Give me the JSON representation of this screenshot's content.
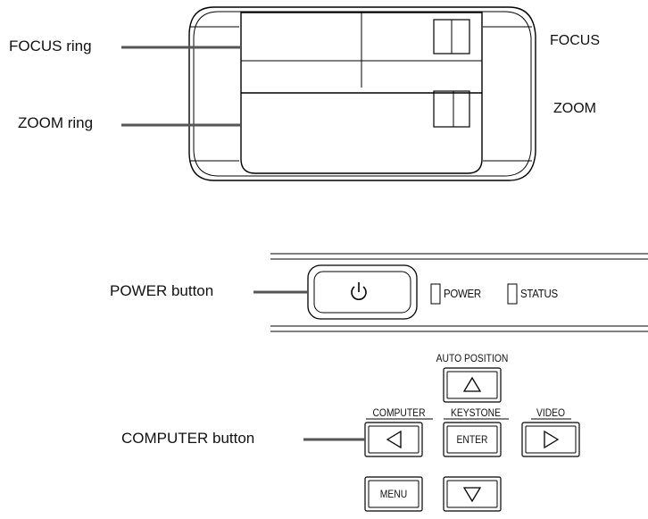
{
  "lens": {
    "focus_ring_label": "FOCUS ring",
    "zoom_ring_label": "ZOOM ring",
    "focus_label": "FOCUS",
    "zoom_label": "ZOOM"
  },
  "panel": {
    "power_button_label": "POWER button",
    "power_indicator_label": "POWER",
    "status_indicator_label": "STATUS"
  },
  "keys": {
    "auto_position_label": "AUTO POSITION",
    "computer_label": "COMPUTER",
    "keystone_label": "KEYSTONE",
    "video_label": "VIDEO",
    "enter_label": "ENTER",
    "menu_label": "MENU",
    "computer_button_label": "COMPUTER button"
  },
  "icons": {
    "power": "power-icon",
    "up": "triangle-up-icon",
    "left": "triangle-left-icon",
    "right": "triangle-right-icon",
    "down": "triangle-down-icon"
  }
}
